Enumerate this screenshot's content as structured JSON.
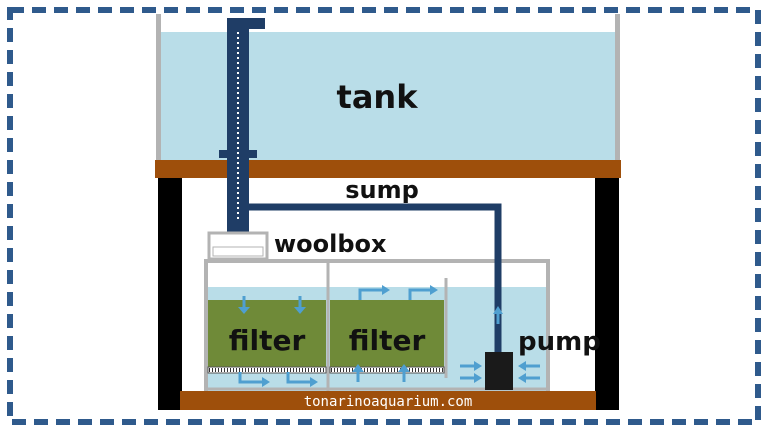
{
  "labels": {
    "tank": "tank",
    "sump": "sump",
    "woolbox": "woolbox",
    "filter_left": "filter",
    "filter_right": "filter",
    "pump": "pump"
  },
  "watermark": "tonarinoaquarium.com",
  "colors": {
    "border_dash": "#2f5a8c",
    "water": "#b9dde8",
    "wood": "#9e4f0b",
    "stand_black": "#000000",
    "glass": "#b3b3b3",
    "pipe": "#1f3d66",
    "media": "#6f8a38",
    "arrow": "#4f9fd0",
    "pump_body": "#1a1a1a"
  }
}
